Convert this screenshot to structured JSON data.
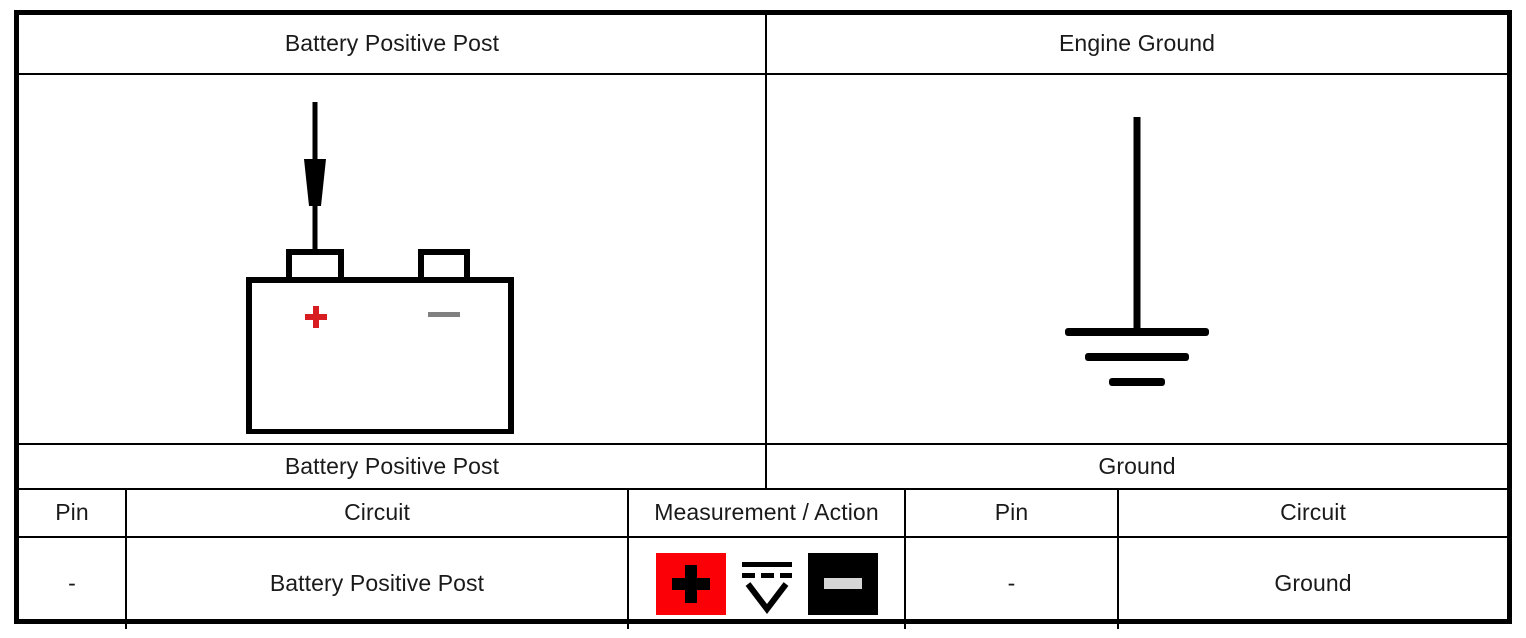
{
  "table": {
    "header_row": [
      {
        "label": "Battery Positive Post"
      },
      {
        "label": "Engine Ground"
      }
    ],
    "diagram_row": [
      {
        "diagram": "battery-with-probe",
        "battery": {
          "positive_marker": "+",
          "negative_marker": "−",
          "positive_color": "#d81d22",
          "negative_color": "#808080",
          "probe": "test-probe-on-positive-terminal"
        }
      },
      {
        "diagram": "chassis-ground-symbol",
        "ground": {
          "bars": 3,
          "color": "#000000"
        }
      }
    ],
    "subheader_row": [
      {
        "label": "Battery Positive Post"
      },
      {
        "label": "Ground"
      }
    ],
    "column_headers": {
      "left_pin": "Pin",
      "left_circuit": "Circuit",
      "measurement": "Measurement / Action",
      "right_pin": "Pin",
      "right_circuit": "Circuit"
    },
    "data_row": {
      "left_pin": "-",
      "left_circuit": "Battery Positive Post",
      "measurement_icons": [
        {
          "name": "red-positive-lead-icon",
          "glyph": "+",
          "background": "#fb0007",
          "foreground": "#000000",
          "meaning": "red positive test lead"
        },
        {
          "name": "dc-voltage-icon",
          "glyph": "V",
          "background": "transparent",
          "foreground": "#000000",
          "meaning": "DC voltage measurement"
        },
        {
          "name": "black-negative-lead-icon",
          "glyph": "−",
          "background": "#000000",
          "foreground": "#d6d6d6",
          "meaning": "black negative test lead"
        }
      ],
      "right_pin": "-",
      "right_circuit": "Ground"
    }
  }
}
